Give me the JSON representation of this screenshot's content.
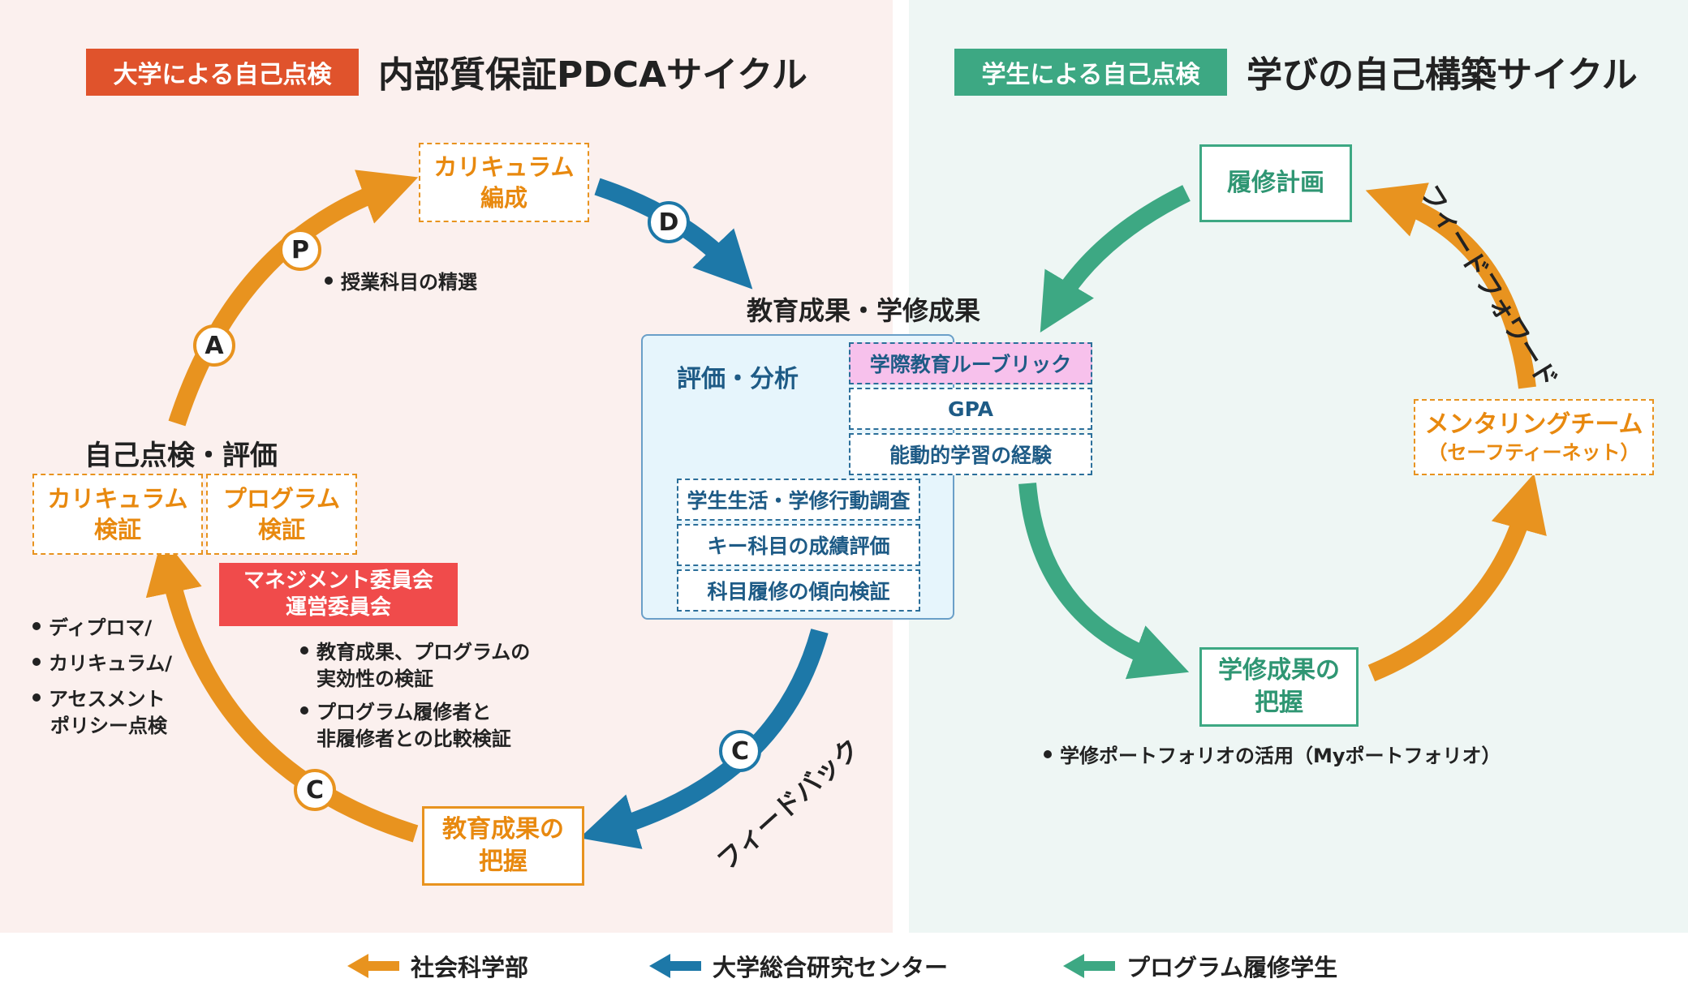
{
  "left": {
    "tag": "大学による自己点検",
    "title": "内部質保証PDCAサイクル",
    "curriculum_design": {
      "line1": "カリキュラム",
      "line2": "編成"
    },
    "step_p": "P",
    "step_a": "A",
    "step_d": "D",
    "step_c_left": "C",
    "step_c_right": "C",
    "bullet_subject_selection": "授業科目の精選",
    "outcomes_title": "教育成果・学修成果",
    "self_review_title": "自己点検・評価",
    "curriculum_check": {
      "line1": "カリキュラム",
      "line2": "検証"
    },
    "program_check": {
      "line1": "プログラム",
      "line2": "検証"
    },
    "committee": {
      "line1": "マネジメント委員会",
      "line2": "運営委員会"
    },
    "policy_bullets": [
      "ディプロマ/",
      "カリキュラム/",
      "アセスメント",
      "ポリシー点検"
    ],
    "committee_bullets": [
      {
        "line1": "教育成果、プログラムの",
        "line2": "実効性の検証"
      },
      {
        "line1": "プログラム履修者と",
        "line2": "非履修者との比較検証"
      }
    ],
    "outcome_grasp": {
      "line1": "教育成果の",
      "line2": "把握"
    },
    "feedback": "フィードバック"
  },
  "analysis": {
    "title": "評価・分析",
    "rubric": "学際教育ルーブリック",
    "gpa": "GPA",
    "active_learning": "能動的学習の経験",
    "survey": "学生生活・学修行動調査",
    "key_subjects": "キー科目の成績評価",
    "trend": "科目履修の傾向検証"
  },
  "right": {
    "tag": "学生による自己点検",
    "title": "学びの自己構築サイクル",
    "course_plan": "履修計画",
    "feedforward": "フィードフォワード",
    "mentoring": {
      "line1": "メンタリングチーム",
      "line2": "（セーフティーネット）"
    },
    "outcome_grasp": {
      "line1": "学修成果の",
      "line2": "把握"
    },
    "portfolio_bullet": "学修ポートフォリオの活用（Myポートフォリオ）"
  },
  "legend": [
    {
      "label": "社会科学部",
      "color": "#e8931f"
    },
    {
      "label": "大学総合研究センター",
      "color": "#1d78a8"
    },
    {
      "label": "プログラム履修学生",
      "color": "#3da883"
    }
  ],
  "colors": {
    "orange": "#e8931f",
    "blue": "#1d78a8",
    "green": "#3da883",
    "tag_red": "#e0532c",
    "tag_green": "#3da883",
    "committee_red": "#f04b4b",
    "rubric_pink": "#f7c1ec"
  }
}
